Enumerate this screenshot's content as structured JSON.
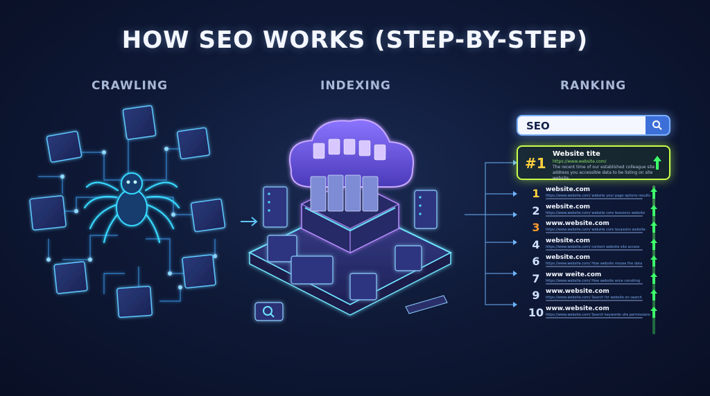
{
  "title": "HOW SEO WORKS (STEP-BY-STEP)",
  "sections": {
    "crawling": "CRAWLING",
    "indexing": "INDEXING",
    "ranking": "RANKING"
  },
  "search": {
    "query": "SEO"
  },
  "top_result": {
    "rank": "#1",
    "title": "Website tite",
    "url": "https://www.website.com/",
    "description": "The recent time of our established colleague site address you accessible data to be listing on site website..."
  },
  "results": [
    {
      "rank": "1",
      "title": "website.com",
      "url": "https://www.website.com/  website your page options results"
    },
    {
      "rank": "2",
      "title": "website.com",
      "url": "https://www.website.com/  website core lesssions website"
    },
    {
      "rank": "3",
      "title": "www.website.com",
      "url": "https://www.website.com/  website core tecassins website"
    },
    {
      "rank": "4",
      "title": "website.com",
      "url": "https://www.website.com/  content website site access"
    },
    {
      "rank": "6",
      "title": "website.com",
      "url": "https://www.website.com/  How website moose the data"
    },
    {
      "rank": "7",
      "title": "www weite.com",
      "url": "https://www.website.com/  How website ance consiting"
    },
    {
      "rank": "9",
      "title": "www.website.com",
      "url": "https://www.website.com/  Search for website on search"
    },
    {
      "rank": "10",
      "title": "www.website.com",
      "url": "https://www.website.com/  Search keywords site permissions"
    }
  ],
  "colors": {
    "accent_cyan": "#35e0ff",
    "accent_purple": "#9b6cff",
    "rank_gold": "#ffd23f",
    "rank_orange": "#ff9a2e",
    "arrow_green": "#3dff6a",
    "highlight_lime": "#c9ff4a"
  },
  "icons": {
    "spider": "spider-icon",
    "cloud": "cloud-icon",
    "search": "search-icon",
    "arrow": "arrow-up-icon"
  }
}
